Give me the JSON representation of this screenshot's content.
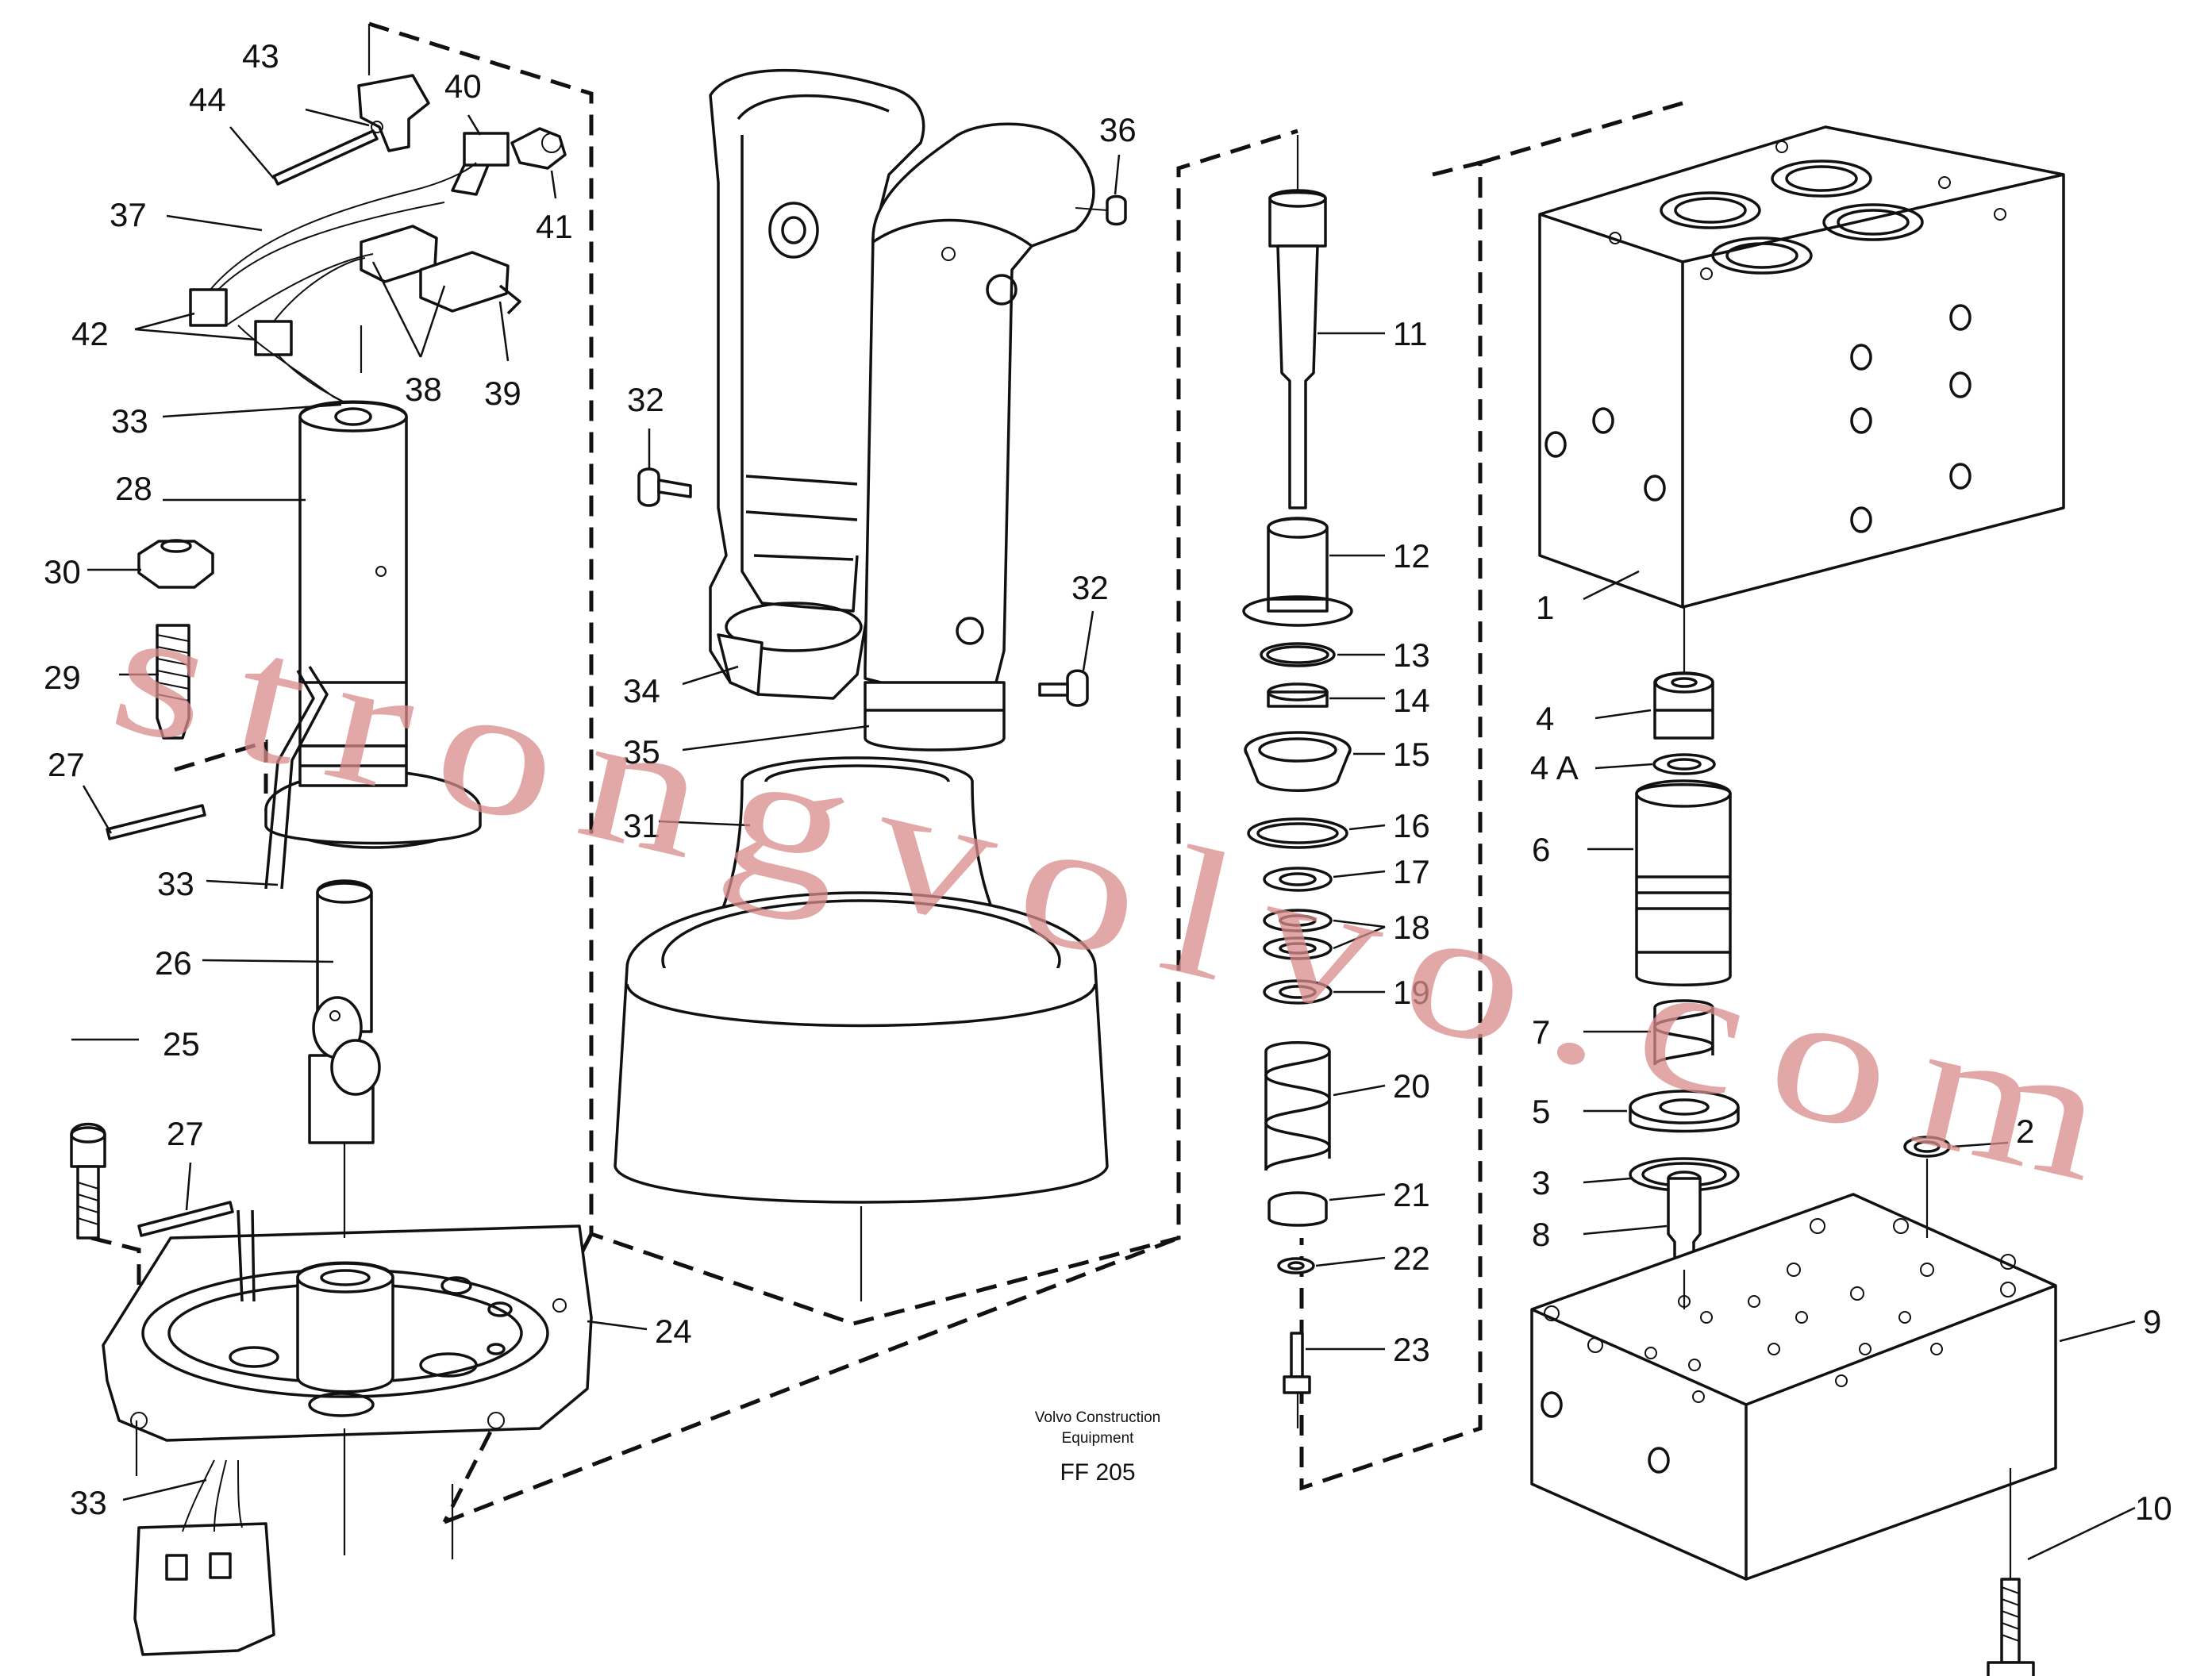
{
  "labels": {
    "p43": "43",
    "p44": "44",
    "p40": "40",
    "p41": "41",
    "p37": "37",
    "p42": "42",
    "p38": "38",
    "p39": "39",
    "p33a": "33",
    "p28": "28",
    "p30": "30",
    "p29": "29",
    "p27a": "27",
    "p33b": "33",
    "p26": "26",
    "p25": "25",
    "p27b": "27",
    "p24": "24",
    "p33c": "33",
    "p36": "36",
    "p32a": "32",
    "p32b": "32",
    "p34": "34",
    "p35": "35",
    "p31": "31",
    "p11": "11",
    "p12": "12",
    "p13": "13",
    "p14": "14",
    "p15": "15",
    "p16": "16",
    "p17": "17",
    "p18": "18",
    "p19": "19",
    "p20": "20",
    "p21": "21",
    "p22": "22",
    "p23": "23",
    "p1": "1",
    "p4": "4",
    "p4a": "4 A",
    "p6": "6",
    "p7": "7",
    "p5": "5",
    "p2": "2",
    "p3": "3",
    "p8": "8",
    "p9": "9",
    "p10": "10"
  },
  "credit_line1": "Volvo Construction",
  "credit_line2": "Equipment",
  "figure_code": "FF 205",
  "watermark": "strongvolvo.com"
}
